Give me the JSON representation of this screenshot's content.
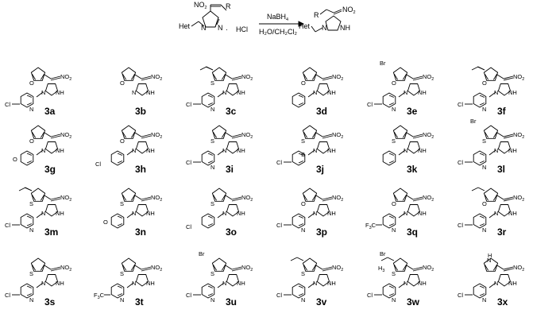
{
  "scheme": {
    "reactant": {
      "left_group": "Het",
      "nitro": "NO",
      "nitro_sub": "2",
      "r_group": "R",
      "ring_n": "N",
      "salt": "HCl",
      "dot": "·"
    },
    "reagent_top": "NaBH",
    "reagent_top_sub": "4",
    "reagent_bottom": "H₂O/CH₂Cl₂",
    "product": {
      "left_group": "Het",
      "r_group": "R",
      "nitro": "NO",
      "nitro_sub": "2",
      "nh": "N",
      "nh_h": "H"
    }
  },
  "atom_labels": {
    "nitro": "NO",
    "nitro_sub": "2",
    "n": "N",
    "h": "H",
    "nh": "NH",
    "o": "O",
    "s": "S",
    "cl": "Cl",
    "br": "Br",
    "f3c": "F",
    "f3c_sub": "3",
    "f3c_c": "C",
    "h3c": "H",
    "h3c_sub": "3",
    "h3c_c": "C"
  },
  "compounds": [
    {
      "label": "3a",
      "aryl": "furan",
      "amine": "6-chloropyridin-3-yl"
    },
    {
      "label": "3b",
      "aryl": "furan",
      "amine": "none"
    },
    {
      "label": "3c",
      "aryl": "5-methylthiophene",
      "amine": "6-chloropyridin-3-yl"
    },
    {
      "label": "3d",
      "aryl": "furan",
      "amine": "phenyl"
    },
    {
      "label": "3e",
      "aryl": "5-bromofuran",
      "amine": "6-chloropyridin-3-yl"
    },
    {
      "label": "3f",
      "aryl": "5-methylfuran",
      "amine": "6-chloropyridin-3-yl"
    },
    {
      "label": "3g",
      "aryl": "furan",
      "amine": "tetrahydrofuran-3-yl"
    },
    {
      "label": "3h",
      "aryl": "furan",
      "amine": "4-chlorophenyl"
    },
    {
      "label": "3i",
      "aryl": "thiophene",
      "amine": "6-chloropyridin-3-yl"
    },
    {
      "label": "3j",
      "aryl": "thiophene",
      "amine": "2-chlorothiazol-5-yl"
    },
    {
      "label": "3k",
      "aryl": "thiophene",
      "amine": "phenyl"
    },
    {
      "label": "3l",
      "aryl": "5-bromothiophene",
      "amine": "6-chloropyridin-3-yl"
    },
    {
      "label": "3m",
      "aryl": "5-methylthiophene",
      "amine": "6-chloropyridin-3-yl"
    },
    {
      "label": "3n",
      "aryl": "thiophene",
      "amine": "tetrahydrofuran-3-yl"
    },
    {
      "label": "3o",
      "aryl": "thiophene",
      "amine": "4-chlorophenyl"
    },
    {
      "label": "3p",
      "aryl": "furan-3-yl",
      "amine": "6-chloropyridin-3-yl"
    },
    {
      "label": "3q",
      "aryl": "furan",
      "amine": "6-trifluoromethylpyridin-3-yl"
    },
    {
      "label": "3r",
      "aryl": "5-ethylfuran",
      "amine": "6-chloropyridin-3-yl"
    },
    {
      "label": "3s",
      "aryl": "thiophen-3-yl",
      "amine": "6-chloropyridin-3-yl"
    },
    {
      "label": "3t",
      "aryl": "thiophene",
      "amine": "6-trifluoromethylpyridin-3-yl"
    },
    {
      "label": "3u",
      "aryl": "5-bromothiophene",
      "amine": "6-chloropyridin-3-yl"
    },
    {
      "label": "3v",
      "aryl": "5-ethylthiophene",
      "amine": "6-chloropyridin-3-yl"
    },
    {
      "label": "3w",
      "aryl": "4-bromo-5-methylthiophene",
      "amine": "6-chloropyridin-3-yl"
    },
    {
      "label": "3x",
      "aryl": "pyrrole",
      "amine": "6-chloropyridin-3-yl"
    }
  ]
}
